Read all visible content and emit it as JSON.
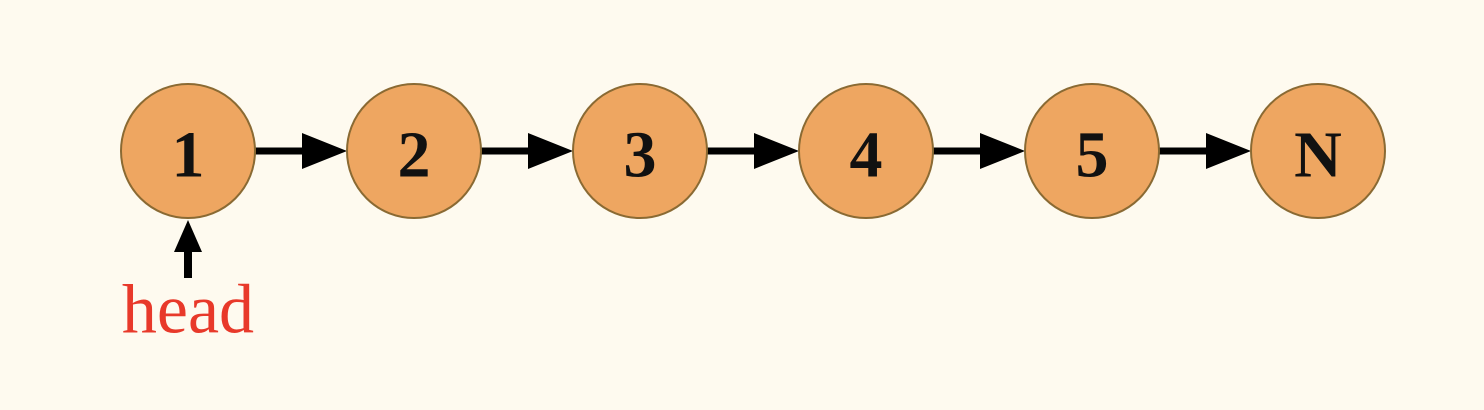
{
  "diagram": {
    "nodes": [
      {
        "label": "1"
      },
      {
        "label": "2"
      },
      {
        "label": "3"
      },
      {
        "label": "4"
      },
      {
        "label": "5"
      },
      {
        "label": "N"
      }
    ],
    "pointer": {
      "label": "head",
      "target_index": 0
    },
    "colors": {
      "background": "#fefaef",
      "node_fill": "#eea661",
      "node_stroke": "#8a6a33",
      "node_text": "#111111",
      "arrow": "#000000",
      "pointer_text": "#e8392a"
    }
  }
}
